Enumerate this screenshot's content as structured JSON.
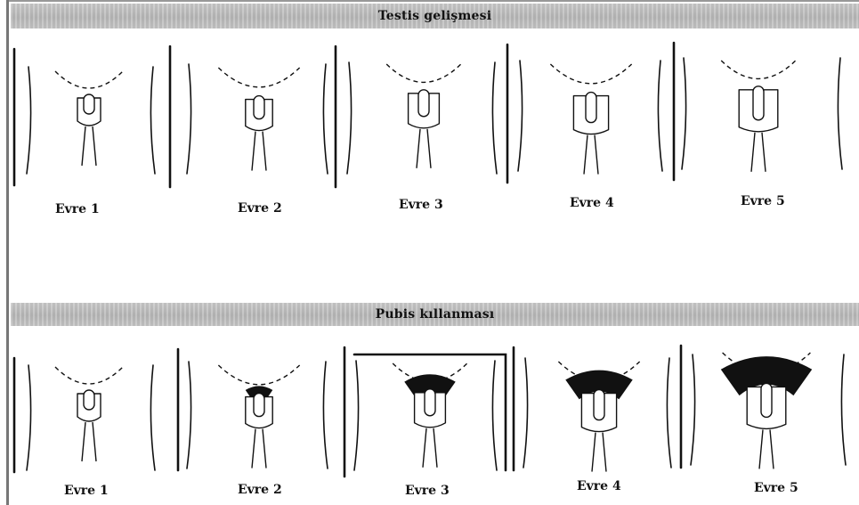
{
  "sections": [
    {
      "title": "Testis gelişmesi",
      "stages": [
        "Evre 1",
        "Evre 2",
        "Evre 3",
        "Evre 4",
        "Evre 5"
      ]
    },
    {
      "title": "Pubis kıllanması",
      "stages": [
        "Evre 1",
        "Evre 2",
        "Evre 3",
        "Evre 4",
        "Evre 5"
      ]
    }
  ]
}
